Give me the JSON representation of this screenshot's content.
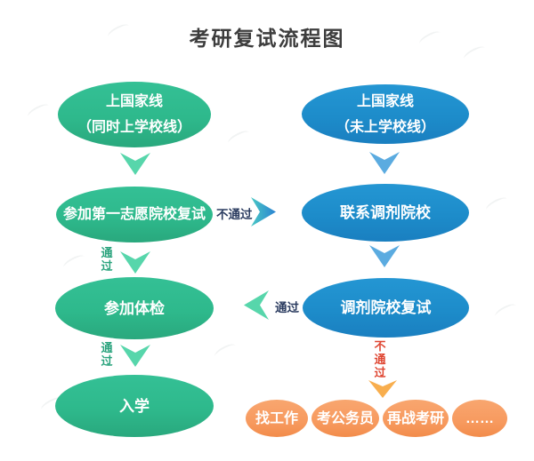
{
  "title": "考研复试流程图",
  "colors": {
    "green": "#2eb98c",
    "green-arrow": "#57d6ab",
    "green-label": "#2aa37d",
    "blue": "#1d8cca",
    "blue-arrow": "#5babe0",
    "navy-label": "#2b3c60",
    "orange": "#f79a5f",
    "orange-arrow": "#f8ae4e",
    "red-label": "#df4632",
    "title-color": "#3d3d3d",
    "arrow-grad-start": "#49c8c4",
    "arrow-grad-end": "#2b83d2"
  },
  "left_flow": {
    "node1": {
      "line1": "上国家线",
      "line2": "（同时上学校线）"
    },
    "node2": {
      "line1": "参加第一志愿院校复试"
    },
    "node3": {
      "line1": "参加体检"
    },
    "node4": {
      "line1": "入学"
    },
    "pass_label_1": "通过",
    "pass_label_2": "通过"
  },
  "right_flow": {
    "node1": {
      "line1": "上国家线",
      "line2": "（未上学校线）"
    },
    "node2": {
      "line1": "联系调剂院校"
    },
    "node3": {
      "line1": "调剂院校复试"
    },
    "fail_label": "不通过"
  },
  "cross_links": {
    "fail_to_right": "不通过",
    "pass_to_left": "通过"
  },
  "outcomes": [
    {
      "label": "找工作"
    },
    {
      "label": "考公务员"
    },
    {
      "label": "再战考研"
    },
    {
      "label": "……"
    }
  ]
}
